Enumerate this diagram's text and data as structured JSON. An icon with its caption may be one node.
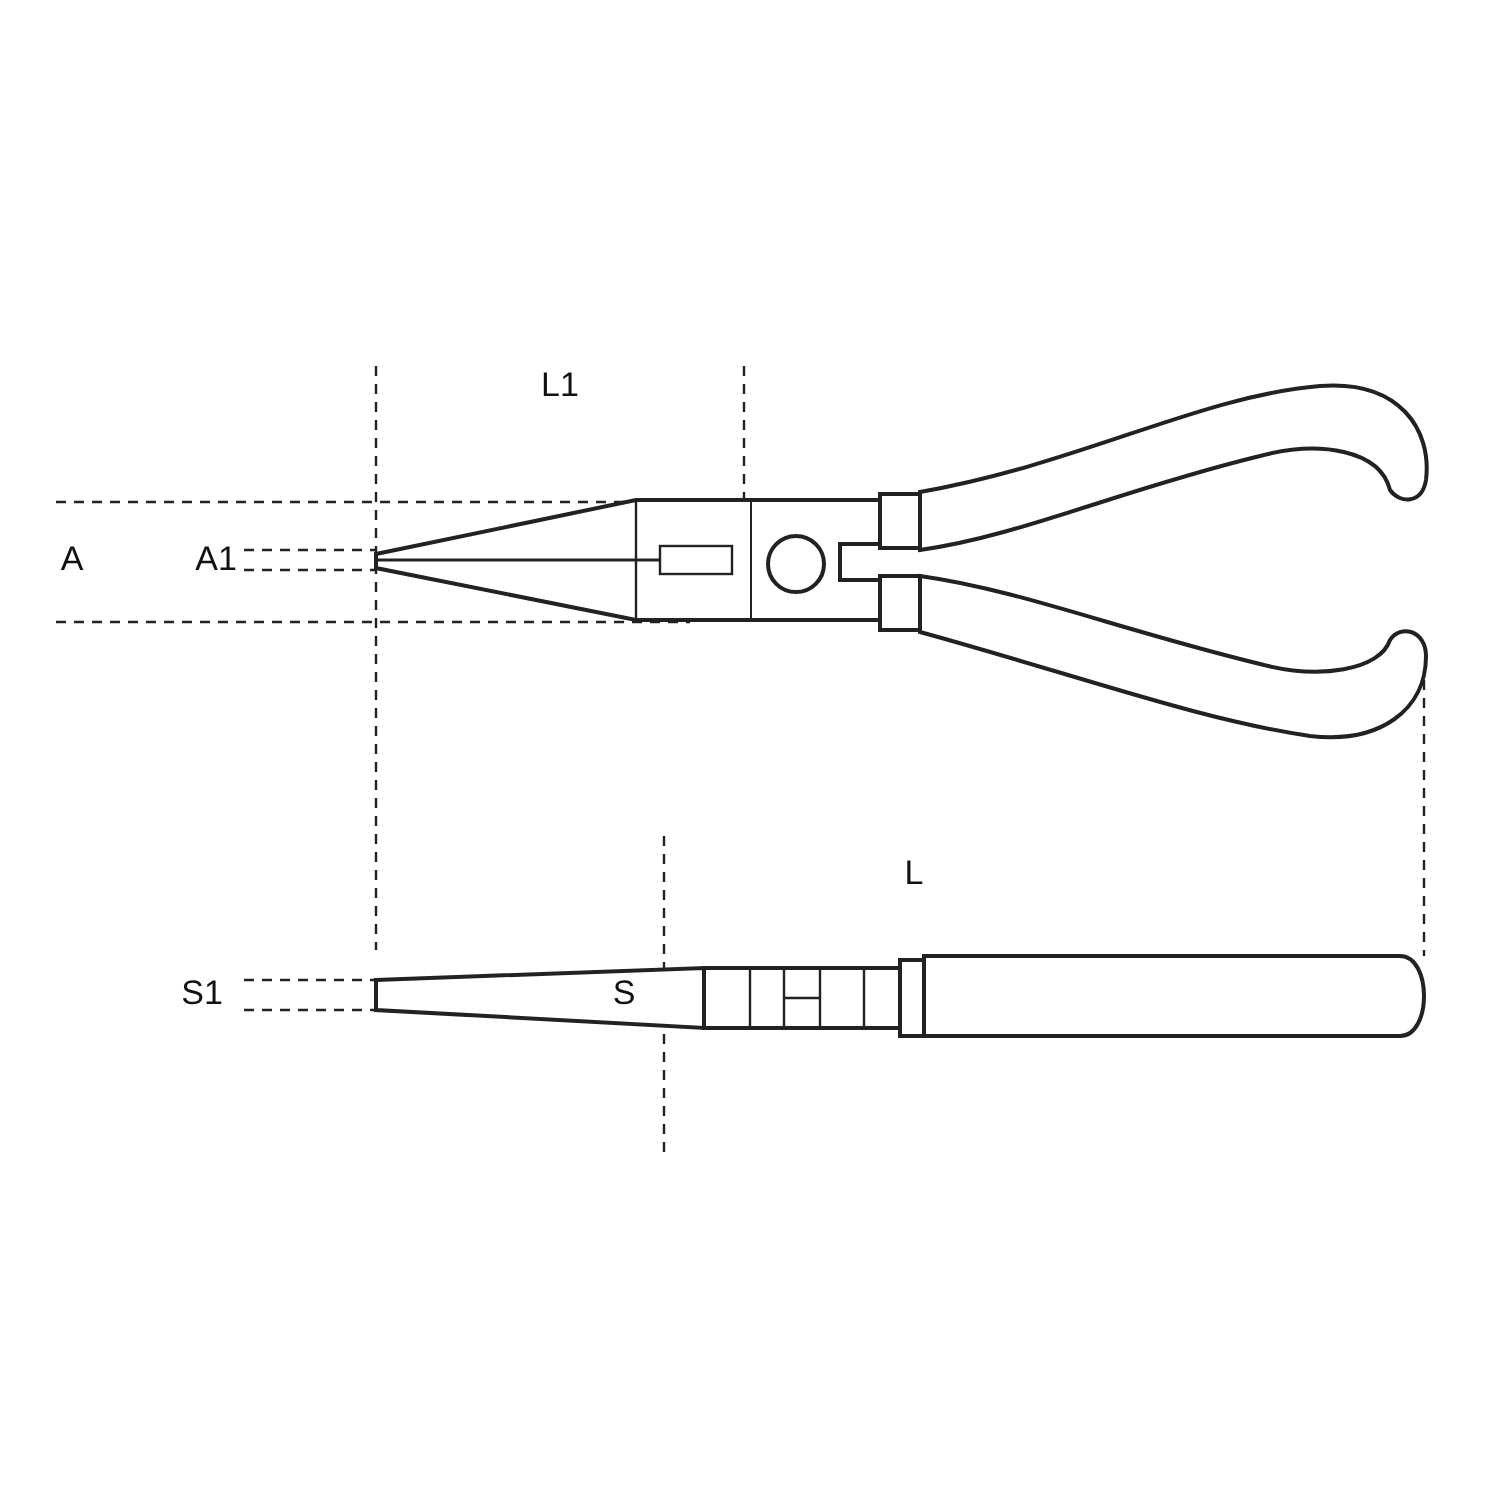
{
  "diagram": {
    "labels": [
      "L1",
      "A",
      "A1",
      "L",
      "S1",
      "S"
    ]
  }
}
